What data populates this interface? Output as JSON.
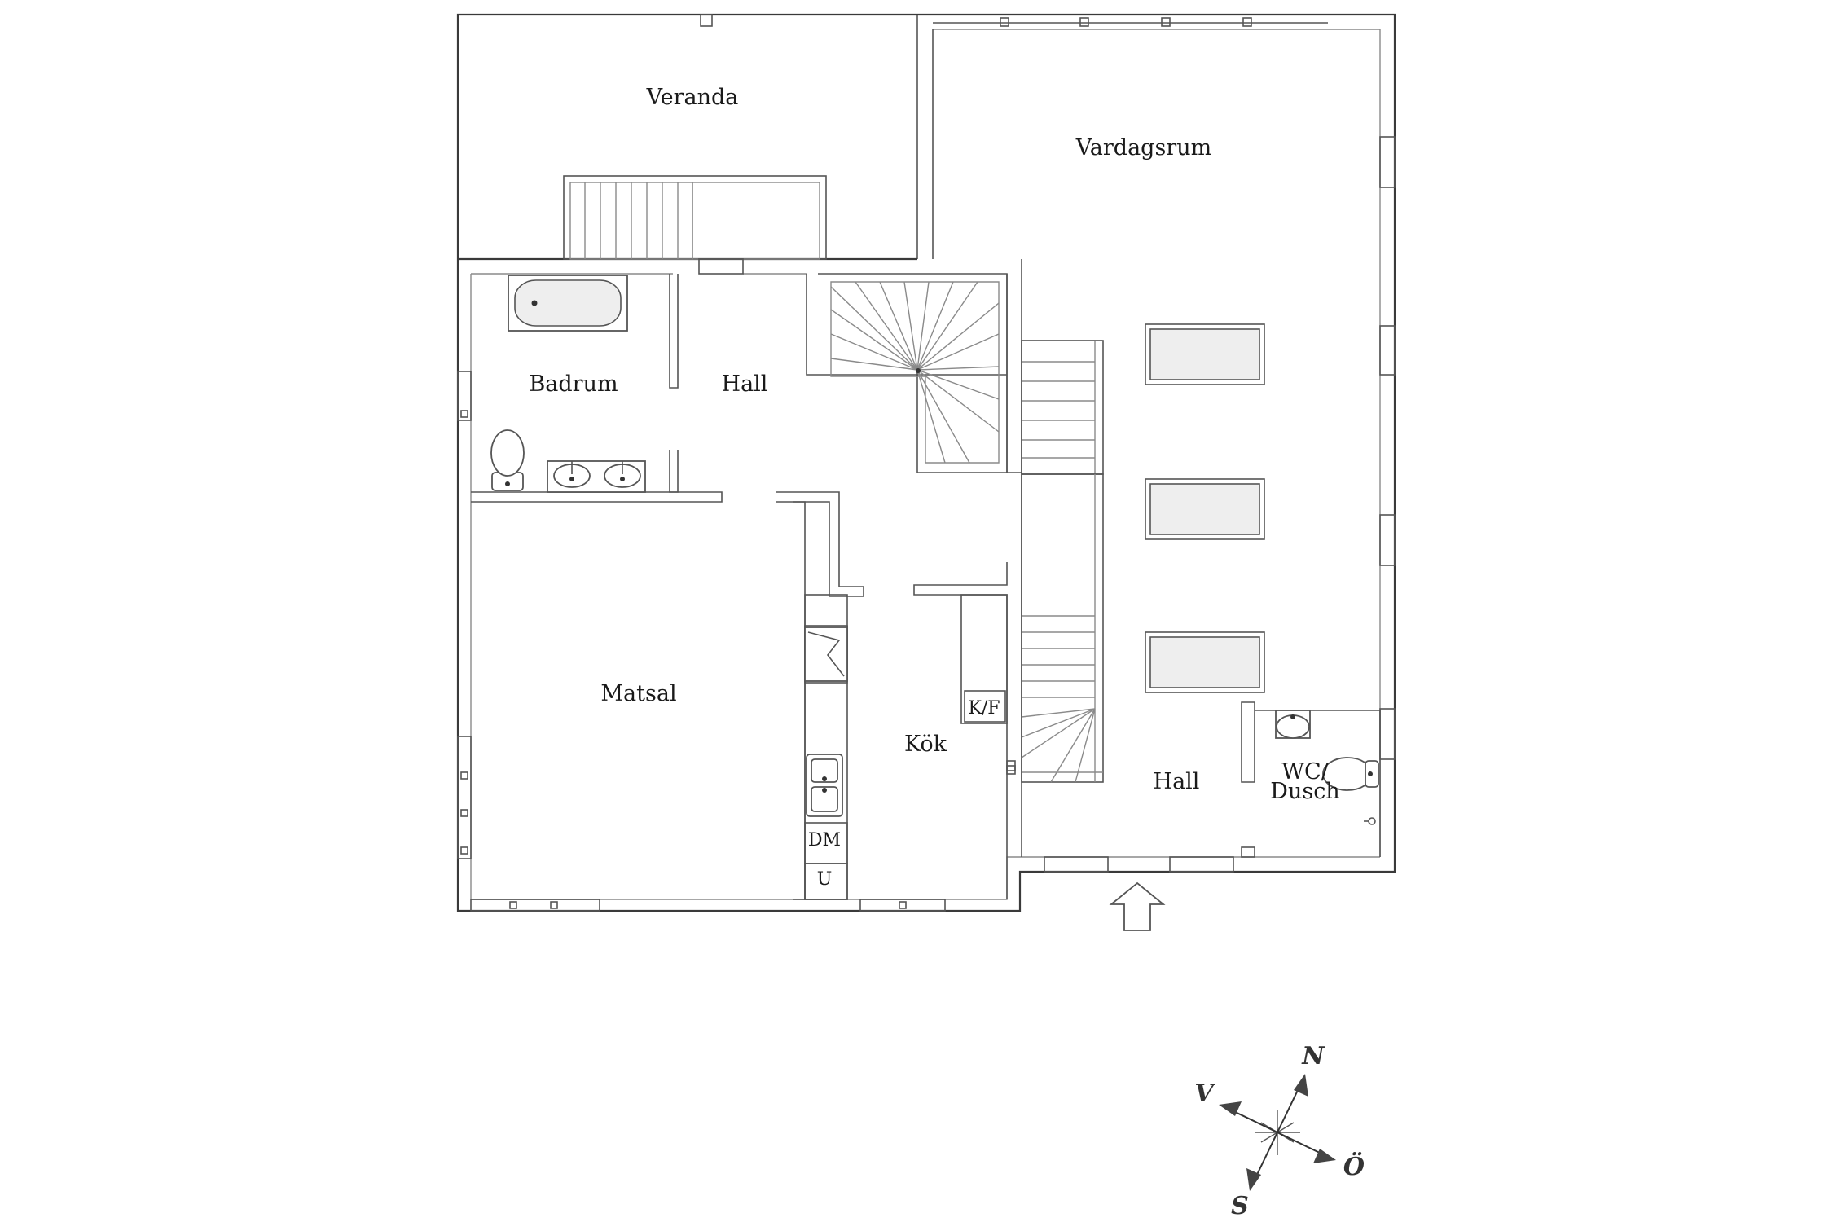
{
  "rooms": {
    "veranda": "Veranda",
    "vardagsrum": "Vardagsrum",
    "badrum": "Badrum",
    "hall_upper": "Hall",
    "matsal": "Matsal",
    "kok": "Kök",
    "hall_lower": "Hall",
    "wc_line1": "WC/",
    "wc_line2": "Dusch"
  },
  "fixtures": {
    "fridge_freezer": "K/F",
    "dishwasher": "DM",
    "oven": "U"
  },
  "compass": {
    "north": "N",
    "south": "S",
    "east": "Ö",
    "west": "V"
  },
  "colors": {
    "wall": "#3a3a3a",
    "fixture_fill": "#eeeeee",
    "background": "#ffffff"
  }
}
